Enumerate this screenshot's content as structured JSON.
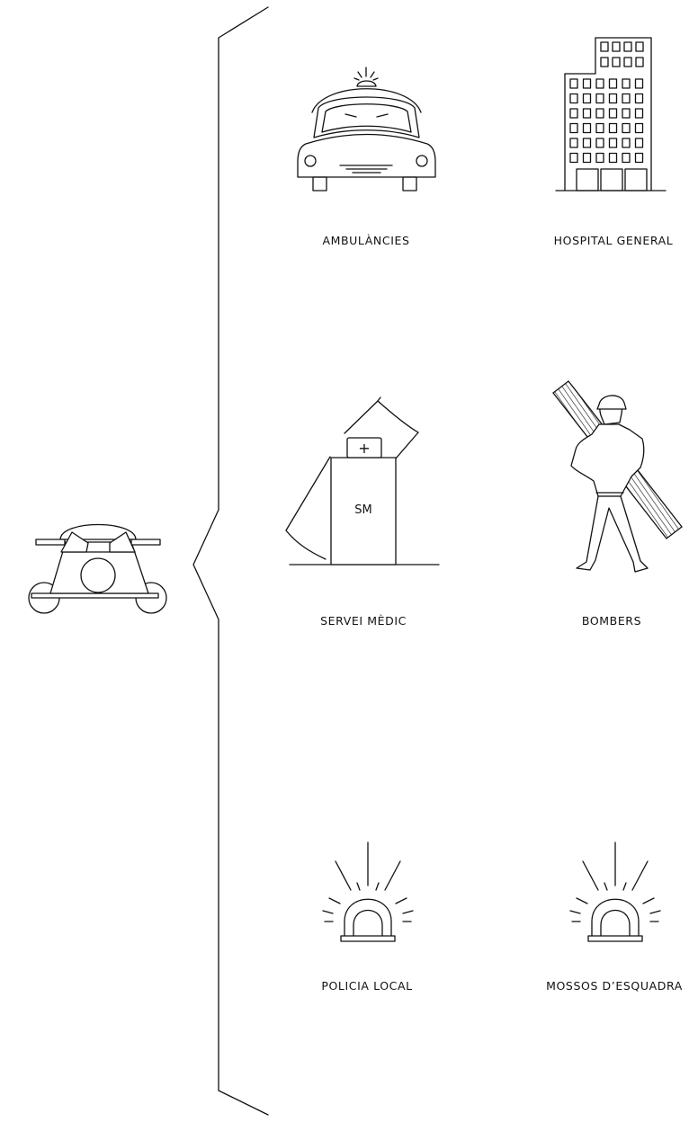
{
  "diagram": {
    "source_icon": "telephone-icon",
    "brace": "curly-brace",
    "services": [
      {
        "label": "AMBULÀNCIES",
        "icon": "ambulance-icon"
      },
      {
        "label": "HOSPITAL GENERAL",
        "icon": "hospital-building-icon"
      },
      {
        "label": "SERVEI MÈDIC",
        "icon": "medical-service-icon",
        "icon_text": "SM",
        "cross": "+"
      },
      {
        "label": "BOMBERS",
        "icon": "firefighter-icon"
      },
      {
        "label": "POLICIA LOCAL",
        "icon": "police-siren-icon"
      },
      {
        "label": "MOSSOS D’ESQUADRA",
        "icon": "police-siren-icon"
      }
    ]
  }
}
